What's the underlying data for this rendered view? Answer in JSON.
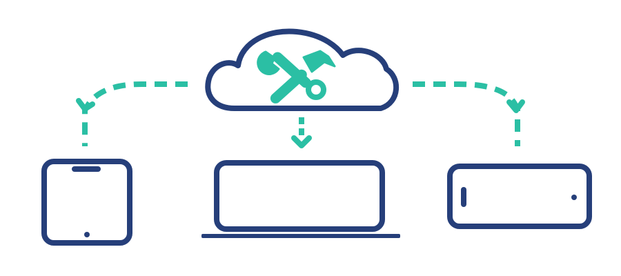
{
  "colors": {
    "background": "#ffffff",
    "outline": "#263f7a",
    "accent": "#2bbfa4"
  },
  "diagram": {
    "hub": {
      "icon": "cloud-icon",
      "symbol": "tools-icon"
    },
    "devices": [
      {
        "icon": "smartphone-icon"
      },
      {
        "icon": "laptop-icon"
      },
      {
        "icon": "tablet-icon"
      }
    ],
    "connectors": [
      {
        "from": "cloud",
        "to": "smartphone",
        "style": "dashed-arrow"
      },
      {
        "from": "cloud",
        "to": "laptop",
        "style": "dashed-arrow"
      },
      {
        "from": "cloud",
        "to": "tablet",
        "style": "dashed-arrow"
      }
    ]
  }
}
